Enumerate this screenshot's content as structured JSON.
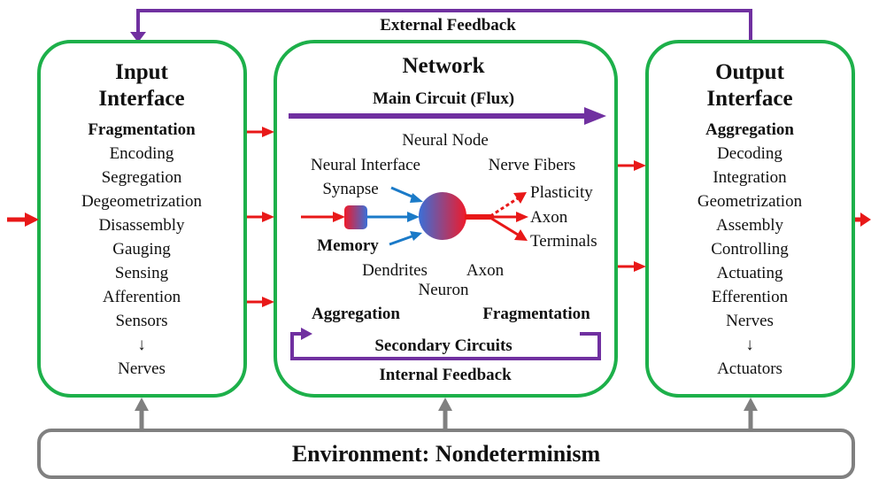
{
  "external_feedback": "External Feedback",
  "input": {
    "title_line1": "Input",
    "title_line2": "Interface",
    "heading": "Fragmentation",
    "items": [
      "Encoding",
      "Segregation",
      "Degeometrization",
      "Disassembly",
      "Gauging",
      "Sensing",
      "Afferention",
      "Sensors",
      "↓",
      "Nerves"
    ]
  },
  "network": {
    "title": "Network",
    "main_circuit": "Main Circuit (Flux)",
    "neural_node": "Neural Node",
    "neural_interface": "Neural Interface",
    "nerve_fibers": "Nerve Fibers",
    "synapse": "Synapse",
    "plasticity": "Plasticity",
    "axon_out": "Axon",
    "terminals": "Terminals",
    "memory": "Memory",
    "dendrites": "Dendrites",
    "axon_below": "Axon",
    "neuron": "Neuron",
    "aggregation": "Aggregation",
    "fragmentation": "Fragmentation",
    "secondary_circuits": "Secondary Circuits",
    "internal_feedback": "Internal Feedback"
  },
  "output": {
    "title_line1": "Output",
    "title_line2": "Interface",
    "heading": "Aggregation",
    "items": [
      "Decoding",
      "Integration",
      "Geometrization",
      "Assembly",
      "Controlling",
      "Actuating",
      "Efferention",
      "Nerves",
      "↓",
      "Actuators"
    ]
  },
  "environment": "Environment: Nondeterminism",
  "colors": {
    "box_border": "#1db04a",
    "env_border": "#808080",
    "feedback": "#7030a0",
    "signal": "#e81818",
    "link": "#1a7ac8"
  }
}
